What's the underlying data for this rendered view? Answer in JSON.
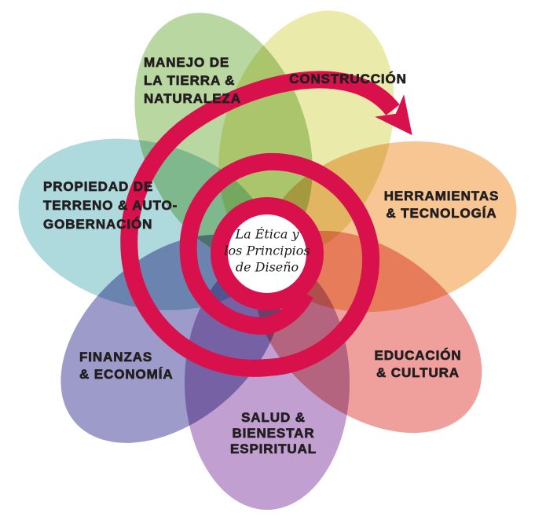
{
  "colors": {
    "accent": "#d8114c",
    "background": "#ffffff",
    "label_text": "#231f20"
  },
  "center": {
    "lines": [
      "La Ética y",
      "los Principios",
      "de Diseño"
    ]
  },
  "petals": [
    {
      "id": "manejo-tierra-naturaleza",
      "color": "#b9d7a1",
      "lines": [
        "MANEJO DE",
        "LA TIERRA &",
        "NATURALEZA"
      ]
    },
    {
      "id": "construccion",
      "color": "#eaeaab",
      "lines": [
        "CONSTRUCCIÓN"
      ]
    },
    {
      "id": "herramientas-tecnologia",
      "color": "#f7c693",
      "lines": [
        "HERRAMIENTAS",
        "& TECNOLOGÍA"
      ]
    },
    {
      "id": "educacion-cultura",
      "color": "#efa09c",
      "lines": [
        "EDUCACIÓN",
        "& CULTURA"
      ]
    },
    {
      "id": "salud-bienestar-espiritual",
      "color": "#c19fd1",
      "lines": [
        "SALUD &",
        "BIENESTAR",
        "ESPIRITUAL"
      ]
    },
    {
      "id": "finanzas-economia",
      "color": "#9d9bc9",
      "lines": [
        "FINANZAS",
        "& ECONOMÍA"
      ]
    },
    {
      "id": "propiedad-terreno-autogobernacion",
      "color": "#aedade",
      "lines": [
        "PROPIEDAD DE",
        "TERRENO & AUTO-",
        "GOBERNACIÓN"
      ]
    }
  ]
}
